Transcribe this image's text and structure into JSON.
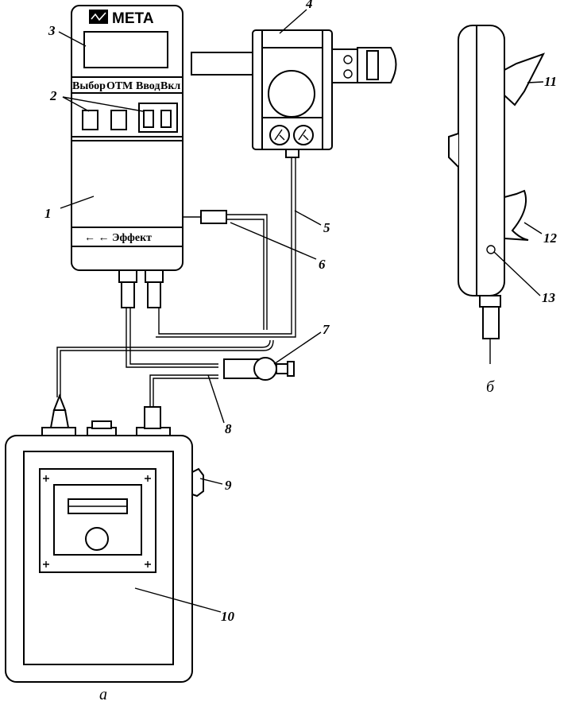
{
  "device": {
    "brand": "МЕТА",
    "buttons": [
      "Выбор",
      "ОТМ",
      "Ввод",
      "Вкл"
    ],
    "effect_label": "← ← Эффект"
  },
  "callouts": [
    "1",
    "2",
    "3",
    "4",
    "5",
    "6",
    "7",
    "8",
    "9",
    "10",
    "11",
    "12",
    "13"
  ],
  "panels": {
    "a": "а",
    "b": "б"
  }
}
